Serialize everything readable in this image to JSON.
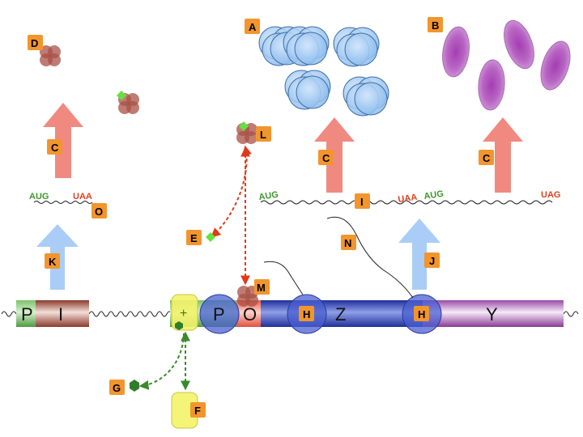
{
  "colors": {
    "badge": "#f2952d",
    "arrow_translation": "#f08a80",
    "arrow_transcription": "#a9cdf7",
    "start_codon": "#3a9a2a",
    "stop_codon": "#e04020",
    "inducer_arrow": "#e03a1a",
    "corepressor_arrow": "#3a8a2a",
    "lacI_gene": "#9b4a3a",
    "lacZ_gene": "#2b3fa8",
    "lacY_gene": "#9a4aa6",
    "promoter_green": "#5aa04a"
  },
  "genes": {
    "lacI_promoter": "P",
    "lacI": "I",
    "cap_site": "+",
    "promoter": "P",
    "operator": "O",
    "lacZ": "Z",
    "lacY": "Y"
  },
  "badges": {
    "A": "A",
    "B": "B",
    "C": "C",
    "D": "D",
    "E": "E",
    "F": "F",
    "G": "G",
    "H": "H",
    "I": "I",
    "J": "J",
    "K": "K",
    "L": "L",
    "M": "M",
    "N": "N",
    "O": "O"
  },
  "codons": {
    "repressor_start": "AUG",
    "repressor_stop": "UAA",
    "lac_start_1": "AUG",
    "lac_stop_1": "UAA",
    "lac_start_2": "AUG",
    "lac_stop_2": "UAG"
  }
}
